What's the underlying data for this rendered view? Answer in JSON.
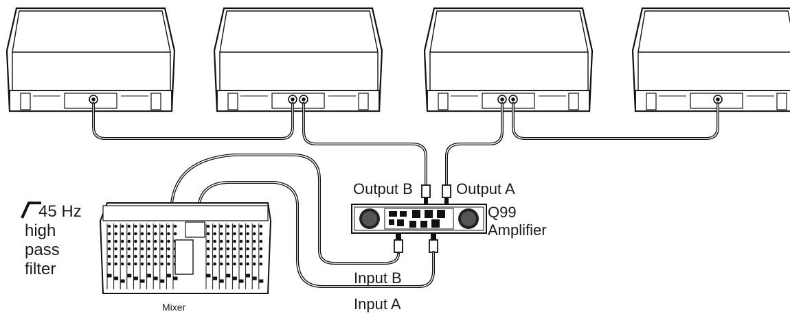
{
  "labels": {
    "output_b": "Output B",
    "output_a": "Output A",
    "amplifier_model": "Q99",
    "amplifier_word": "Amplifier",
    "input_b": "Input B",
    "input_a": "Input A",
    "mixer": "Mixer"
  },
  "filter_note": {
    "frequency": "45",
    "unit": "Hz",
    "line2": "high",
    "line3": "pass",
    "line4": "filter"
  },
  "icons": [
    "speaker-cabinet",
    "xlr-connector",
    "mixer-console",
    "amplifier",
    "high-pass-slope-icon"
  ]
}
